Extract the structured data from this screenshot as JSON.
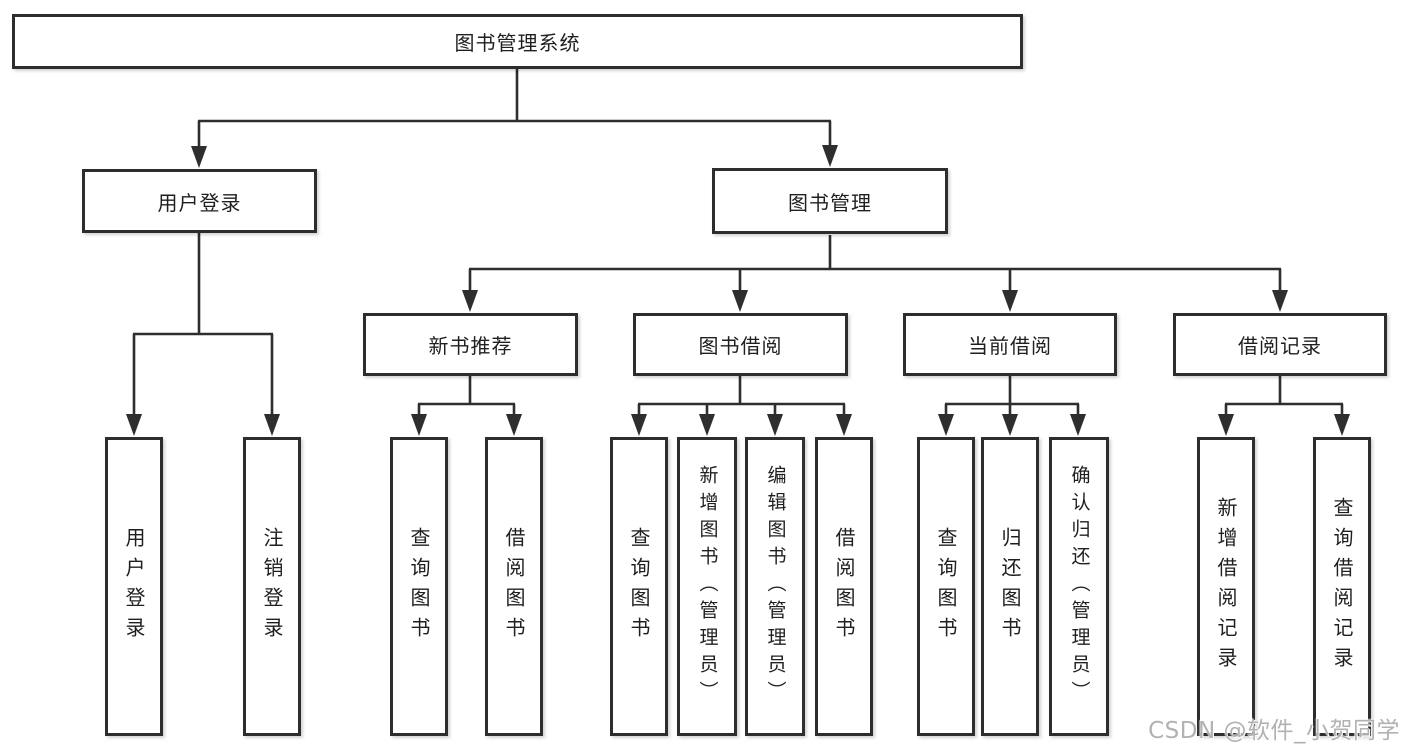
{
  "colors": {
    "line": "#2e2e2e",
    "border": "#2d2d2d",
    "text": "#1f1f1f",
    "node_fill": "#ffffff",
    "background": "#ffffff",
    "watermark": "#b2b2b2"
  },
  "nodes": {
    "root": "图书管理系统",
    "user_login": "用户登录",
    "book_management": "图书管理",
    "new_book_recommend": "新书推荐",
    "book_borrow": "图书借阅",
    "current_borrow": "当前借阅",
    "borrow_records": "借阅记录",
    "leaf_user_login": "用户登录",
    "leaf_logout": "注销登录",
    "leaf_rec_query_books": "查询图书",
    "leaf_rec_borrow_books": "借阅图书",
    "leaf_bb_query_books": "查询图书",
    "leaf_bb_add_books": "新增图书（管理员）",
    "leaf_bb_edit_books": "编辑图书（管理员）",
    "leaf_bb_borrow_books": "借阅图书",
    "leaf_cb_query_books": "查询图书",
    "leaf_cb_return_books": "归还图书",
    "leaf_cb_confirm_return": "确认归还（管理员）",
    "leaf_br_add_record": "新增借阅记录",
    "leaf_br_query_record": "查询借阅记录"
  },
  "watermark": {
    "text": "CSDN @软件_小贺同学"
  }
}
